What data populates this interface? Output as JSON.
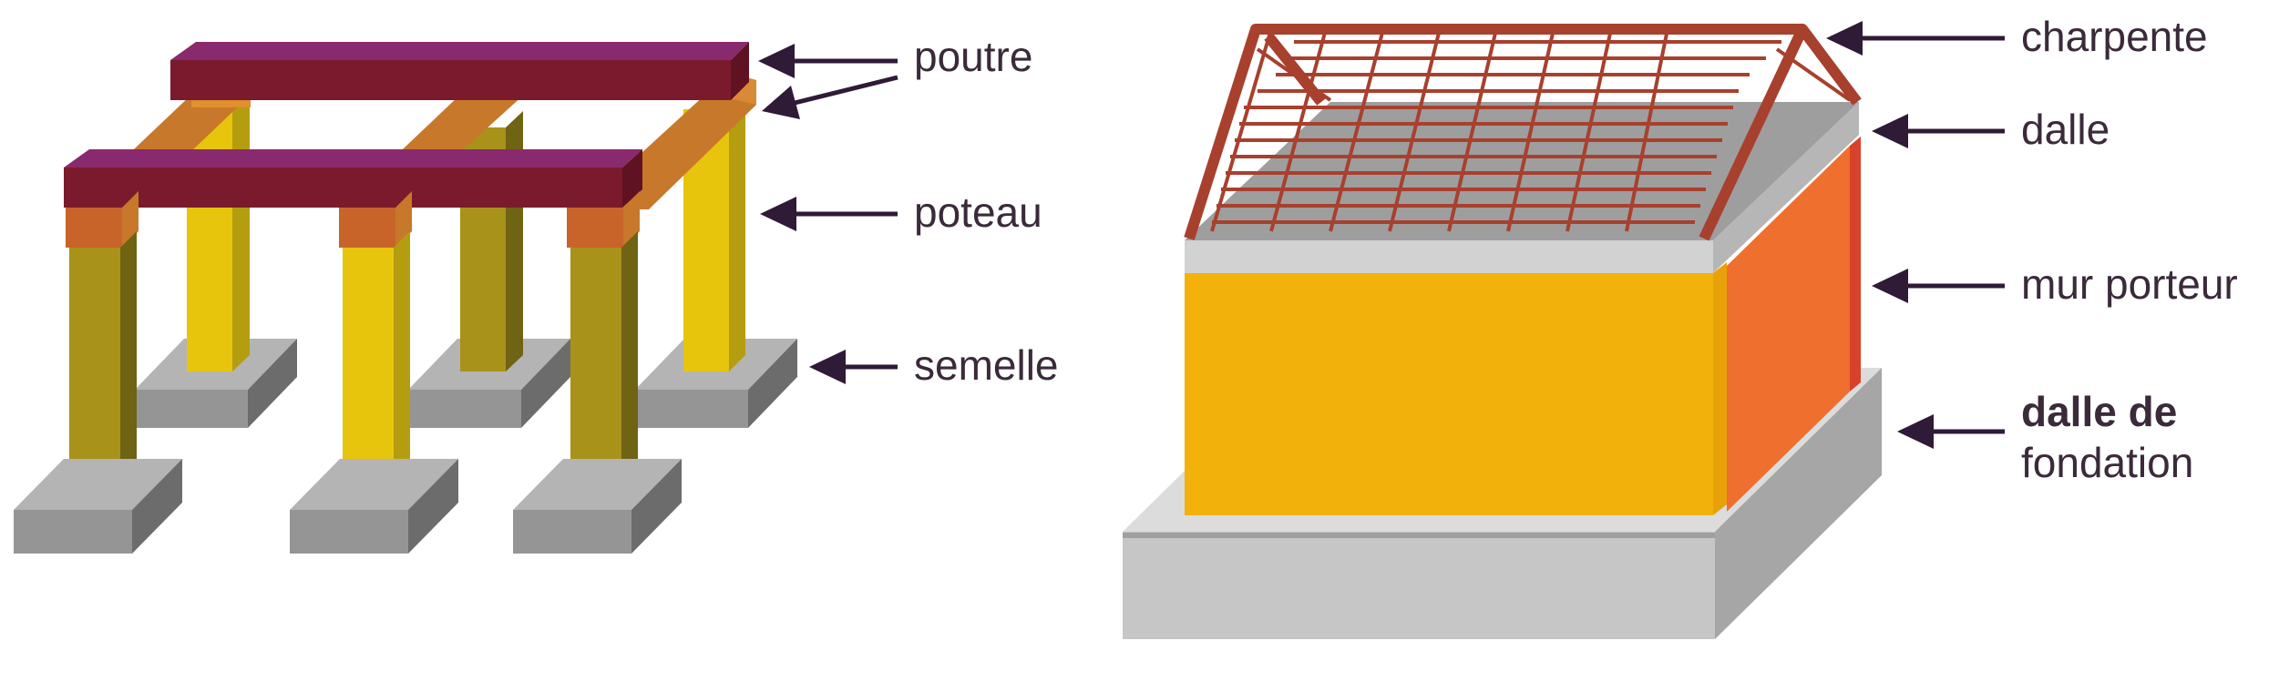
{
  "left_diagram": {
    "labels": {
      "poutre": "poutre",
      "poteau": "poteau",
      "semelle": "semelle"
    }
  },
  "right_diagram": {
    "labels": {
      "charpente": "charpente",
      "dalle": "dalle",
      "mur_porteur": "mur porteur",
      "dalle_fondation_line1": "dalle de",
      "dalle_fondation_line2": "fondation"
    }
  },
  "colors": {
    "arrow": "#2f1a37",
    "text": "#3a2a3a",
    "beam_top": "#8a2a6e",
    "beam_front": "#7b1a2c",
    "beam_orange": "#c8782a",
    "post_yellow": "#e6c50c",
    "post_olive": "#a8921a",
    "footing_light": "#9a9a9a",
    "footing_dark": "#6c6c6c",
    "wall_front": "#f3b10b",
    "wall_side": "#ef6f2e",
    "slab_gray": "#a9a9a9",
    "foundation_gray": "#c7c7c7",
    "roof_frame": "#a8402e"
  }
}
